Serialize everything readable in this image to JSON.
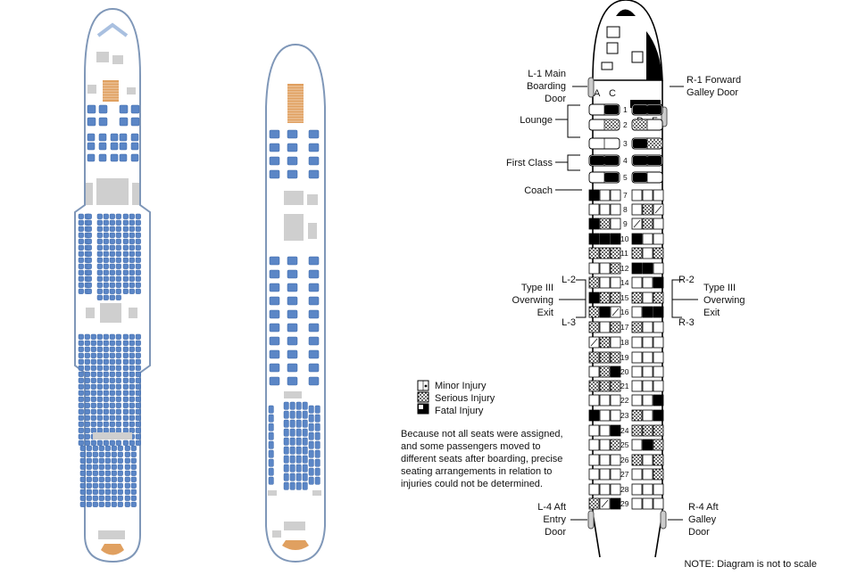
{
  "colors": {
    "seat_blue": "#5b86c6",
    "seat_blue_dark": "#3b66a8",
    "fuselage_stroke": "#7f97b8",
    "stairs": "#e0a060",
    "grey_block": "#cfcfcf"
  },
  "callouts": {
    "l1": "L-1 Main\nBoarding\nDoor",
    "r1": "R-1 Forward\nGalley Door",
    "lounge": "Lounge",
    "first_class": "First Class",
    "coach": "Coach",
    "l2": "L-2",
    "l3": "L-3",
    "r2": "R-2",
    "r3": "R-3",
    "exit_left": "Type III\nOverwing\nExit",
    "exit_right": "Type III\nOverwing\nExit",
    "l4": "L-4 Aft\nEntry\nDoor",
    "r4": "R-4 Aft\nGalley\nDoor"
  },
  "column_letters": [
    "A",
    "C",
    "D",
    "F"
  ],
  "rows": [
    "1",
    "2",
    "3",
    "4",
    "5",
    "7",
    "8",
    "9",
    "10",
    "11",
    "12",
    "14",
    "15",
    "16",
    "17",
    "18",
    "19",
    "20",
    "21",
    "22",
    "23",
    "24",
    "25",
    "26",
    "27",
    "28",
    "29"
  ],
  "legend": {
    "minor": "Minor Injury",
    "serious": "Serious Injury",
    "fatal": "Fatal Injury"
  },
  "disclaimer": "Because not all seats were assigned,\nand some passengers moved to\ndifferent seats after boarding, precise\nseating arrangements in relation to\ninjuries could not be determined.",
  "note": "NOTE: Diagram is not to scale",
  "seat_status_codes": "0=empty 1=minor 2=serious 3=fatal; order per row: A,B,C,D,E,F",
  "seat_status": [
    [
      0,
      0,
      3,
      3,
      3,
      3
    ],
    [
      0,
      0,
      2,
      2,
      0,
      0
    ],
    [
      0,
      1,
      1,
      3,
      2,
      2
    ],
    [
      3,
      3,
      3,
      3,
      3,
      3
    ],
    [
      0,
      0,
      3,
      3,
      0,
      0
    ],
    [
      3,
      0,
      0,
      0,
      0,
      0
    ],
    [
      0,
      0,
      0,
      0,
      2,
      1
    ],
    [
      3,
      2,
      0,
      1,
      2,
      0
    ],
    [
      3,
      3,
      3,
      3,
      0,
      0
    ],
    [
      2,
      2,
      2,
      2,
      0,
      2
    ],
    [
      0,
      0,
      2,
      3,
      3,
      0
    ],
    [
      2,
      0,
      0,
      0,
      0,
      3
    ],
    [
      3,
      2,
      2,
      2,
      0,
      2
    ],
    [
      2,
      3,
      1,
      0,
      3,
      3
    ],
    [
      2,
      0,
      2,
      2,
      0,
      0
    ],
    [
      1,
      2,
      0,
      0,
      0,
      0
    ],
    [
      2,
      2,
      2,
      0,
      0,
      0
    ],
    [
      0,
      2,
      3,
      0,
      0,
      0
    ],
    [
      2,
      2,
      2,
      0,
      0,
      0
    ],
    [
      0,
      0,
      0,
      0,
      0,
      3
    ],
    [
      3,
      0,
      0,
      2,
      0,
      3
    ],
    [
      0,
      0,
      3,
      2,
      2,
      2
    ],
    [
      0,
      0,
      2,
      0,
      3,
      2
    ],
    [
      0,
      0,
      0,
      2,
      0,
      2
    ],
    [
      0,
      0,
      0,
      0,
      0,
      2
    ],
    [
      0,
      0,
      0,
      0,
      0,
      0
    ],
    [
      2,
      1,
      3,
      0,
      0,
      0
    ]
  ]
}
